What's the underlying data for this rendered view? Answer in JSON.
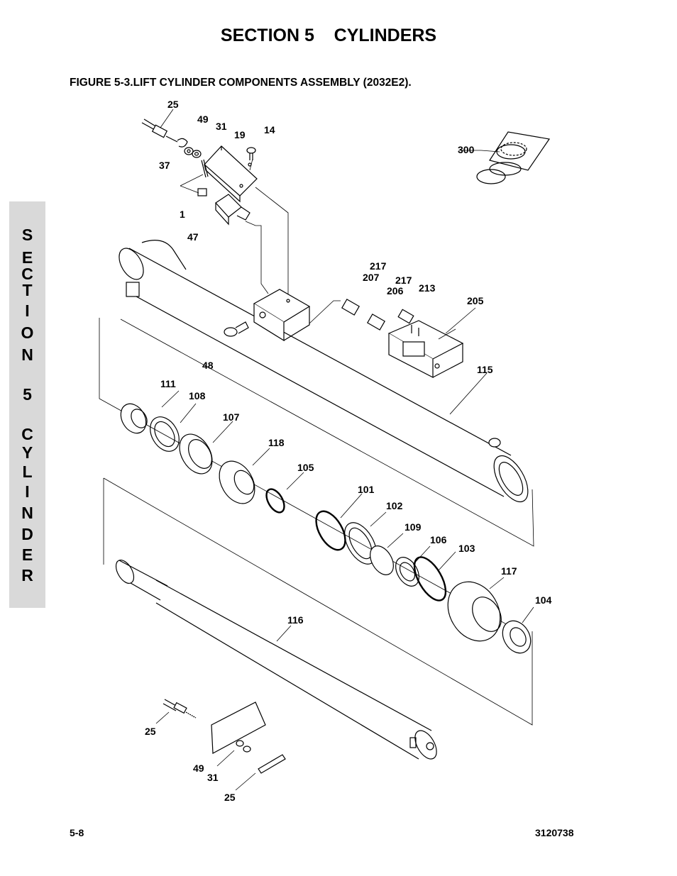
{
  "header": {
    "section_title": "SECTION 5    CYLINDERS",
    "figure_title": "FIGURE 5-3.LIFT CYLINDER COMPONENTS ASSEMBLY (2032E2)."
  },
  "side_tab": [
    "S",
    "E",
    "C",
    "T",
    "I",
    "O",
    "N",
    "",
    "5",
    "",
    "C",
    "Y",
    "L",
    "I",
    "N",
    "D",
    "E",
    "R"
  ],
  "callouts": {
    "c25a": "25",
    "c49a": "49",
    "c31a": "31",
    "c19": "19",
    "c14": "14",
    "c37": "37",
    "c1": "1",
    "c47": "47",
    "c300": "300",
    "c217a": "217",
    "c207": "207",
    "c217b": "217",
    "c206": "206",
    "c213": "213",
    "c205": "205",
    "c48": "48",
    "c115": "115",
    "c111": "111",
    "c108": "108",
    "c107": "107",
    "c118": "118",
    "c105": "105",
    "c101": "101",
    "c102": "102",
    "c109": "109",
    "c106": "106",
    "c103": "103",
    "c117": "117",
    "c104": "104",
    "c116": "116",
    "c25b": "25",
    "c49b": "49",
    "c31b": "31",
    "c25c": "25"
  },
  "footer": {
    "page_number": "5-8",
    "document_number": "3120738"
  }
}
